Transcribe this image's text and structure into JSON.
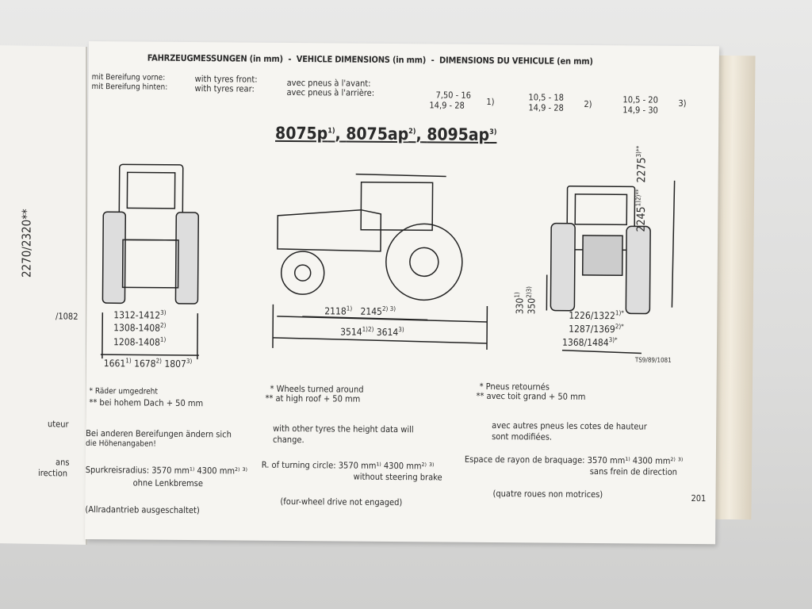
{
  "left_page": {
    "height_dim": "2270/2320**",
    "drawing_ref": "/1082",
    "frag1": "uteur",
    "frag2": "ans",
    "frag3": "irection"
  },
  "header": {
    "de": "FAHRZEUGMESSUNGEN (in mm)",
    "sep": "-",
    "en": "VEHICLE DIMENSIONS (in mm)",
    "fr": "DIMENSIONS DU VEHICULE (en mm)"
  },
  "tyres": {
    "de_front": "mit Bereifung vorne:",
    "de_rear": "mit Bereifung hinten:",
    "en_front": "with tyres front:",
    "en_rear": "with tyres rear:",
    "fr_front": "avec pneus à l'avant:",
    "fr_rear": "avec pneus à l'arrière:",
    "options": [
      {
        "front": "7,50 - 16",
        "rear": "14,9  - 28",
        "note": "1)"
      },
      {
        "front": "10,5 - 18",
        "rear": "14,9 - 28",
        "note": "2)"
      },
      {
        "front": "10,5 - 20",
        "rear": "14,9 - 30",
        "note": "3)"
      }
    ]
  },
  "models": {
    "m1": "8075p",
    "n1": "1)",
    "m2": "8075ap",
    "n2": "2)",
    "m3": "8095ap",
    "n3": "3)",
    "comma": ","
  },
  "front_view": {
    "w1": "1312-1412",
    "w1n": "3)",
    "w2": "1308-1408",
    "w2n": "2)",
    "w3": "1208-1408",
    "w3n": "1)",
    "o1": "1661",
    "o1n": "1)",
    "o2": "1678",
    "o2n": "2)",
    "o3": "1807",
    "o3n": "3)"
  },
  "side_view": {
    "wb1": "2118",
    "wb1n": "1)",
    "wb2": "2145",
    "wb2n": "2) 3)",
    "l1": "3514",
    "l1n": "1)2)",
    "l2": "3614",
    "l2n": "3)"
  },
  "rear_view": {
    "h": "2245",
    "hn": "1)2)**",
    "h2": "2275",
    "h2n": "3)**",
    "g1": "330",
    "g1n": "1)",
    "g2": "350",
    "g2n": "2)3)",
    "r1": "1226/1322",
    "r1n": "1)*",
    "r2": "1287/1369",
    "r2n": "2)*",
    "r3": "1368/1484",
    "r3n": "3)*",
    "ref": "TS9/89/1081"
  },
  "notes": {
    "de1": "* Räder umgedreht",
    "de2": "** bei hohem Dach + 50 mm",
    "en1": "*  Wheels turned around",
    "en2": "**  at high roof + 50 mm",
    "fr1": "*  Pneus retournés",
    "fr2": "**  avec toit grand + 50 mm",
    "de3": "Bei anderen Bereifungen ändern sich",
    "de4": "die Höhenangaben!",
    "en3": "with other tyres the height data will",
    "en4": "change.",
    "fr3": "avec autres pneus les cotes de hauteur",
    "fr4": "sont modifiées.",
    "de5": "Spurkreisradius: 3570 mm¹⁾ 4300 mm²⁾ ³⁾",
    "de6": "ohne Lenkbremse",
    "en5": "R. of turning circle: 3570 mm¹⁾ 4300 mm²⁾ ³⁾",
    "en6": "without steering brake",
    "fr5": "Espace de rayon de braquage: 3570 mm¹⁾ 4300 mm²⁾ ³⁾",
    "fr6": "sans frein de direction",
    "de7": "(Allradantrieb ausgeschaltet)",
    "en7": "(four-wheel drive not engaged)",
    "fr7": "(quatre roues non motrices)"
  },
  "page_number": "201"
}
